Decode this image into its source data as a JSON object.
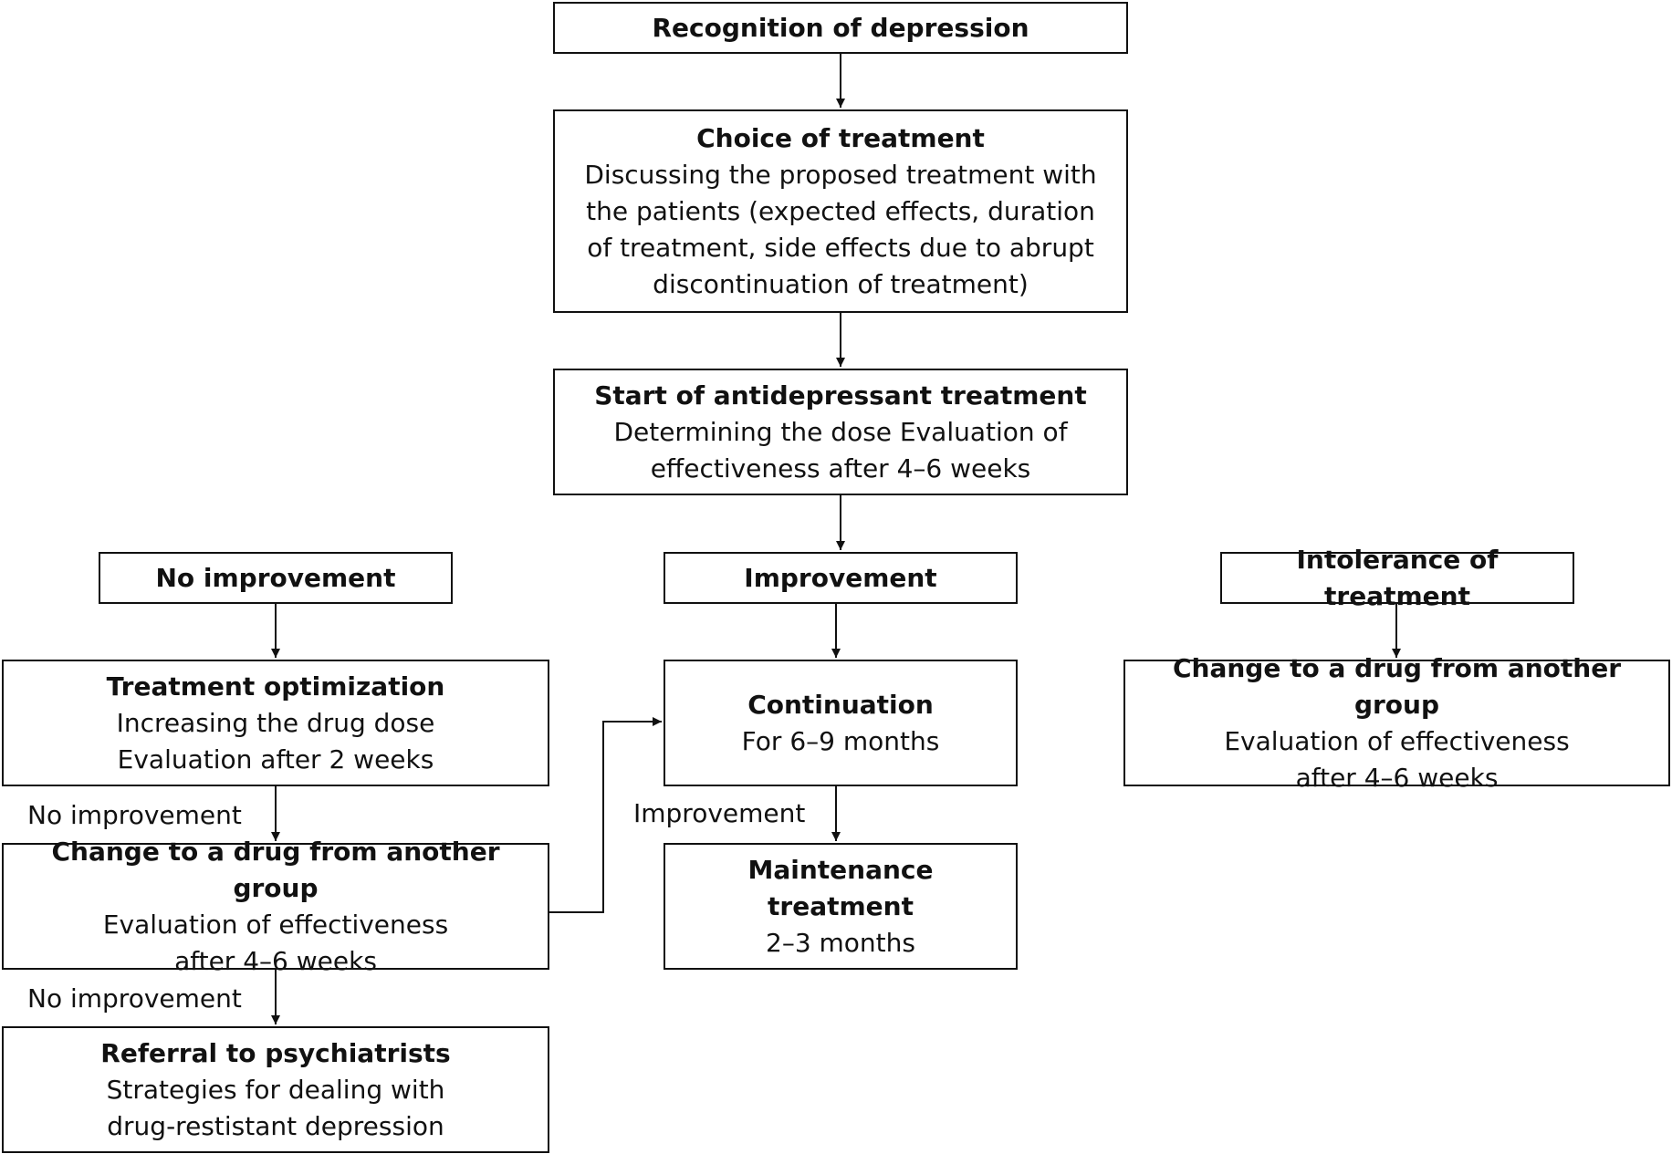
{
  "nodes": {
    "recognition": {
      "title": "Recognition of depression",
      "lines": []
    },
    "choice": {
      "title": "Choice of treatment",
      "lines": [
        "Discussing the proposed treatment with",
        "the patients (expected effects, duration",
        "of treatment, side effects due to abrupt",
        "discontinuation of treatment)"
      ]
    },
    "start": {
      "title": "Start of antidepressant treatment",
      "lines": [
        "Determining the dose Evaluation of",
        "effectiveness after 4–6 weeks"
      ]
    },
    "no_improvement": {
      "title": "No improvement",
      "lines": []
    },
    "improvement": {
      "title": "Improvement",
      "lines": []
    },
    "intolerance": {
      "title": "Intolerance of treatment",
      "lines": []
    },
    "optimization": {
      "title": "Treatment optimization",
      "lines": [
        "Increasing the drug dose",
        "Evaluation after 2 weeks"
      ]
    },
    "continuation": {
      "title": "Continuation",
      "lines": [
        "For 6–9 months"
      ]
    },
    "change_right": {
      "title": "Change to a drug from another group",
      "lines": [
        "Evaluation of effectiveness",
        "after 4–6 weeks"
      ]
    },
    "change_left": {
      "title": "Change to a drug from another group",
      "lines": [
        "Evaluation of effectiveness",
        "after 4–6 weeks"
      ]
    },
    "maintenance": {
      "title": "Maintenance treatment",
      "lines": [
        "2–3 months"
      ]
    },
    "referral": {
      "title": "Referral to psychiatrists",
      "lines": [
        "Strategies for dealing with",
        "drug-restistant depression"
      ]
    }
  },
  "edge_labels": {
    "no_improvement_1": "No improvement",
    "improvement": "Improvement",
    "no_improvement_2": "No improvement"
  },
  "edges": [
    [
      "recognition",
      "choice"
    ],
    [
      "choice",
      "start"
    ],
    [
      "start",
      "improvement"
    ],
    [
      "no_improvement",
      "optimization"
    ],
    [
      "improvement",
      "continuation"
    ],
    [
      "intolerance",
      "change_right"
    ],
    [
      "optimization",
      "change_left"
    ],
    [
      "continuation",
      "maintenance"
    ],
    [
      "change_left",
      "referral"
    ],
    [
      "change_left",
      "continuation"
    ]
  ],
  "colors": {
    "line": "#111111",
    "background": "#ffffff"
  }
}
